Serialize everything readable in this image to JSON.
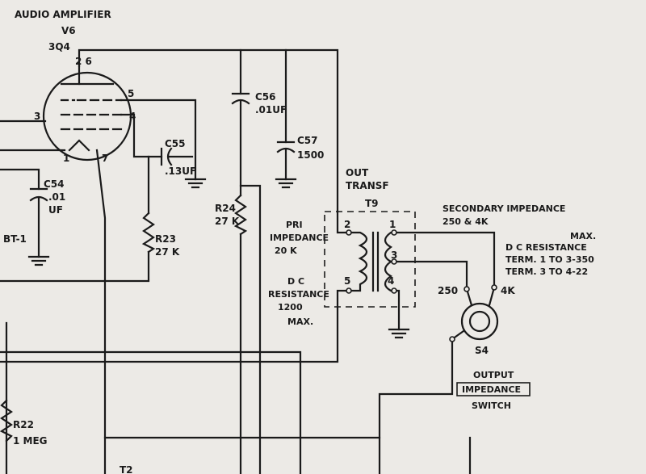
{
  "title_lines": [
    "AUDIO AMPLIFIER",
    "V6",
    "3Q4"
  ],
  "tube_pins": {
    "top": "2 6",
    "p5": "5",
    "p4": "4",
    "p3": "3",
    "p1": "1",
    "p7": "7"
  },
  "c54": [
    "C54",
    ".01",
    "UF"
  ],
  "bt1": "BT-1",
  "c55": [
    "C55",
    ".13UF"
  ],
  "r23": [
    "R23",
    "27 K"
  ],
  "c56": [
    "C56",
    ".01UF"
  ],
  "c57": [
    "C57",
    "1500"
  ],
  "r24": [
    "R24",
    "27 K"
  ],
  "r22": [
    "R22",
    "1 MEG"
  ],
  "out_transf": [
    "OUT",
    "TRANSF"
  ],
  "t9": "T9",
  "transformer_terminals": {
    "t1": "1",
    "t2": "2",
    "t3": "3",
    "t4": "4",
    "t5": "5"
  },
  "pri_impedance": [
    "PRI",
    "IMPEDANCE",
    "20 K"
  ],
  "dc_resistance_pri": [
    "D C",
    "RESISTANCE",
    "1200",
    "MAX."
  ],
  "secondary_impedance": [
    "SECONDARY  IMPEDANCE",
    "250  &  4K"
  ],
  "dc_resistance_sec": [
    "MAX.",
    "D C  RESISTANCE",
    "TERM. 1 TO 3-350",
    "TERM. 3 TO 4-22"
  ],
  "switch_positions": {
    "low": "250",
    "high": "4K"
  },
  "s4": "S4",
  "switch_label": [
    "OUTPUT",
    "IMPEDANCE",
    "SWITCH"
  ],
  "bottom_partial": "T2"
}
